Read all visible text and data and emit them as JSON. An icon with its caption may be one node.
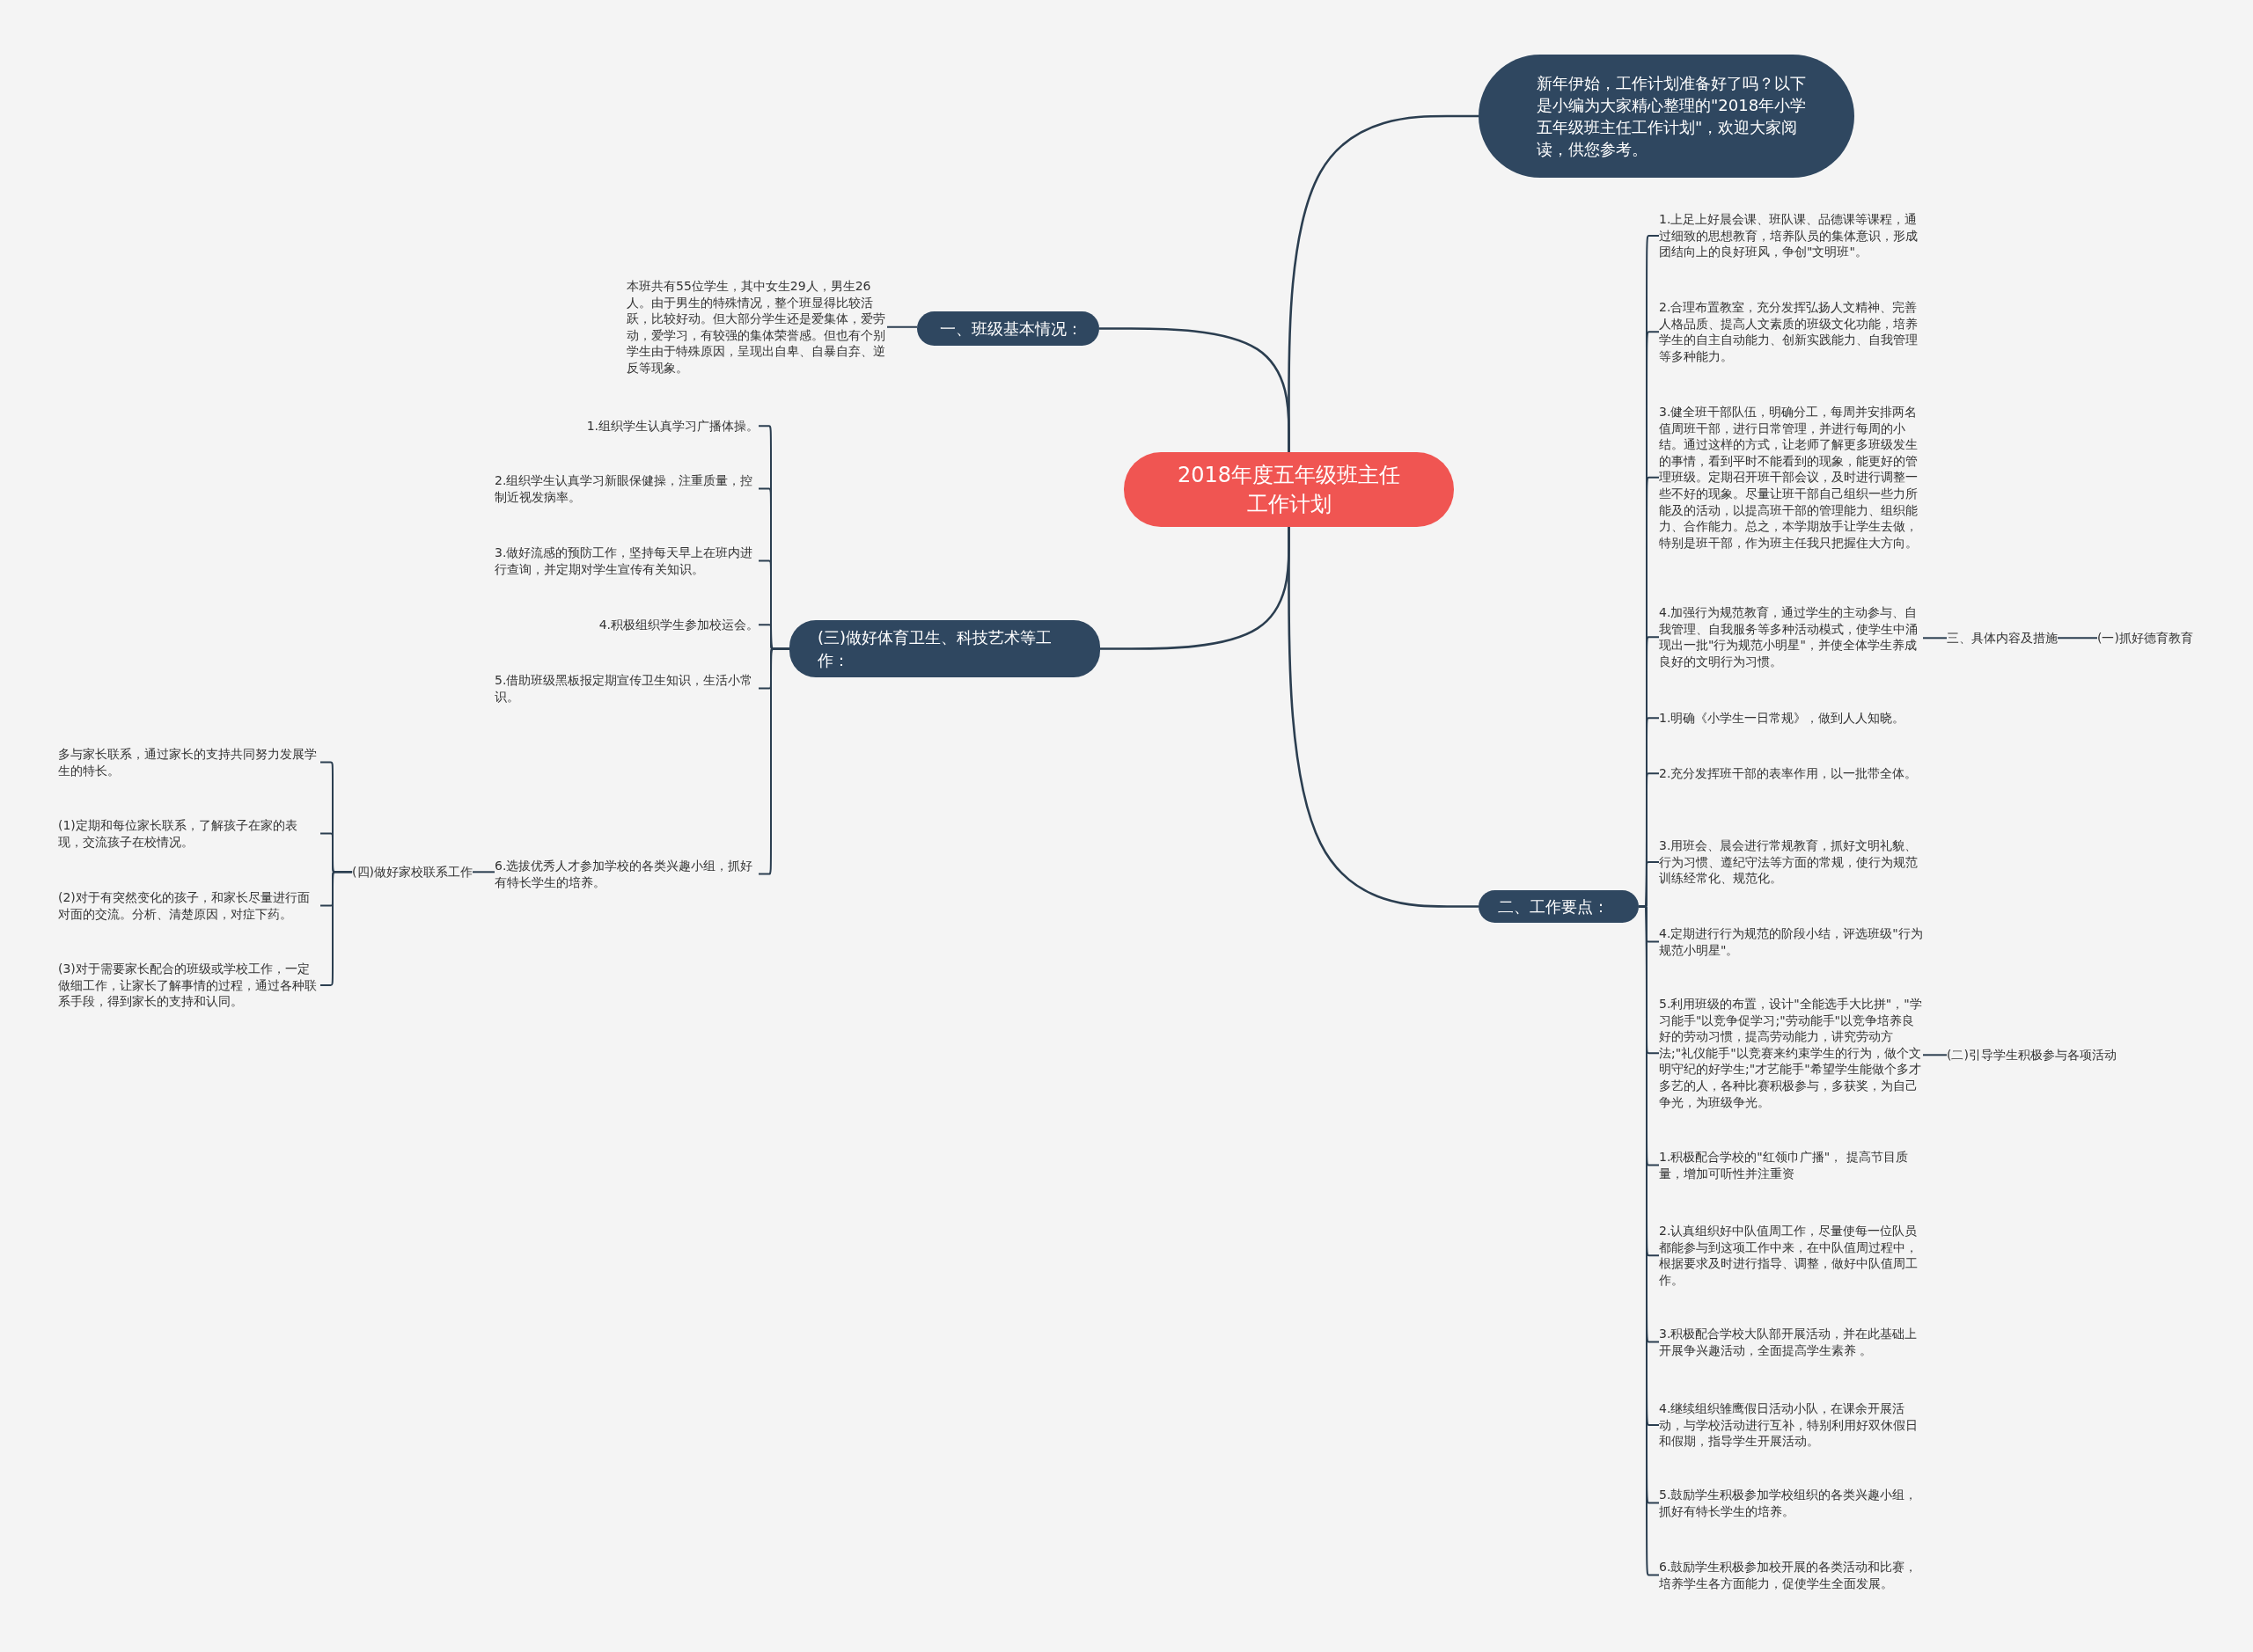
{
  "diagram": {
    "nodes": [
      {
        "text": [
          "2018年度五年级班主任工作计划"
        ]
      },
      {
        "text": [
          "新年伊始，工作计划准备好了吗？以下是小编为大家精心整理的\"2018年小学五年级班主任工作计划\"，欢迎大家阅读，供您参考。"
        ]
      },
      {
        "text": [
          "一、班级基本情况："
        ]
      },
      {
        "text": [
          "本班共有55位学生，其中女生29人，男生26人。由于男生的特殊情况，整个班显得比较活跃，比较好动。但大部分学生还是爱集体，爱劳动，爱学习，有较强的集体荣誉感。但也有个别学生由于特殊原因，呈现出自卑、自暴自弃、逆反等现象。"
        ]
      },
      {
        "text": [
          "(三)做好体育卫生、科技艺术等工作："
        ]
      },
      {
        "text": [
          "1.组织学生认真学习广播体操。"
        ]
      },
      {
        "text": [
          "2.组织学生认真学习新眼保健操，注重质量，控制近视发病率。"
        ]
      },
      {
        "text": [
          "3.做好流感的预防工作，坚持每天早上在班内进行查询，并定期对学生宣传有关知识。"
        ]
      },
      {
        "text": [
          "4.积极组织学生参加校运会。"
        ]
      },
      {
        "text": [
          "5.借助班级黑板报定期宣传卫生知识，生活小常识。"
        ]
      },
      {
        "text": [
          "6.选拔优秀人才参加学校的各类兴趣小组，抓好有特长学生的培养。"
        ]
      },
      {
        "text": [
          "(四)做好家校联系工作"
        ]
      },
      {
        "text": [
          "多与家长联系，通过家长的支持共同努力发展学生的特长。"
        ]
      },
      {
        "text": [
          "(1)定期和每位家长联系，了解孩子在家的表现，交流孩子在校情况。"
        ]
      },
      {
        "text": [
          "(2)对于有突然变化的孩子，和家长尽量进行面对面的交流。分析、清楚原因，对症下药。"
        ]
      },
      {
        "text": [
          "(3)对于需要家长配合的班级或学校工作，一定做细工作，让家长了解事情的过程，通过各种联系手段，得到家长的支持和认同。"
        ]
      },
      {
        "text": [
          "二、工作要点："
        ]
      },
      {
        "text": [
          "1.上足上好晨会课、班队课、品德课等课程，通过细致的思想教育，培养队员的集体意识，形成团结向上的良好班风，争创\"文明班\"。"
        ]
      },
      {
        "text": [
          "2.合理布置教室，充分发挥弘扬人文精神、完善人格品质、提高人文素质的班级文化功能，培养学生的自主自动能力、创新实践能力、自我管理等多种能力。"
        ]
      },
      {
        "text": [
          "3.健全班干部队伍，明确分工，每周并安排两名值周班干部，进行日常管理，并进行每周的小结。通过这样的方式，让老师了解更多班级发生的事情，看到平时不能看到的现象，能更好的管理班级。定期召开班干部会议，及时进行调整一些不好的现象。尽量让班干部自己组织一些力所能及的活动，以提高班干部的管理能力、组织能力、合作能力。总之，本学期放手让学生去做，特别是班干部，作为班主任我只把握住大方向。"
        ]
      },
      {
        "text": [
          "4.加强行为规范教育，通过学生的主动参与、自我管理、自我服务等多种活动模式，使学生中涌现出一批\"行为规范小明星\"，并使全体学生养成良好的文明行为习惯。"
        ]
      },
      {
        "text": [
          "三、具体内容及措施"
        ]
      },
      {
        "text": [
          "(一)抓好德育教育"
        ]
      },
      {
        "text": [
          "1.明确《小学生一日常规》，做到人人知晓。"
        ]
      },
      {
        "text": [
          "2.充分发挥班干部的表率作用，以一批带全体。"
        ]
      },
      {
        "text": [
          "3.用班会、晨会进行常规教育，抓好文明礼貌、行为习惯、遵纪守法等方面的常规，使行为规范训练经常化、规范化。"
        ]
      },
      {
        "text": [
          "4.定期进行行为规范的阶段小结，评选班级\"行为规范小明星\"。"
        ]
      },
      {
        "text": [
          "5.利用班级的布置，设计\"全能选手大比拼\"，\"学习能手\"以竞争促学习;\"劳动能手\"以竞争培养良好的劳动习惯，提高劳动能力，讲究劳动方法;\"礼仪能手\"以竞赛来约束学生的行为，做个文明守纪的好学生;\"才艺能手\"希望学生能做个多才多艺的人，各种比赛积极参与，多获奖，为自己争光，为班级争光。"
        ]
      },
      {
        "text": [
          "(二)引导学生积极参与各项活动"
        ]
      },
      {
        "text": [
          "1.积极配合学校的\"红领巾广播\"， 提高节目质量，增加可听性并注重资"
        ]
      },
      {
        "text": [
          "2.认真组织好中队值周工作，尽量使每一位队员都能参与到这项工作中来，在中队值周过程中，根据要求及时进行指导、调整，做好中队值周工作。"
        ]
      },
      {
        "text": [
          "3.积极配合学校大队部开展活动，并在此基础上开展争兴趣活动，全面提高学生素养 。"
        ]
      },
      {
        "text": [
          "4.继续组织雏鹰假日活动小队，在课余开展活动，与学校活动进行互补，特别利用好双休假日和假期，指导学生开展活动。"
        ]
      },
      {
        "text": [
          "5.鼓励学生积极参加学校组织的各类兴趣小组，抓好有特长学生的培养。"
        ]
      },
      {
        "text": [
          "6.鼓励学生积极参加校开展的各类活动和比赛，培养学生各方面能力，促使学生全面发展。"
        ]
      }
    ],
    "edges": [
      {
        "from": 0,
        "to": 1,
        "arrow": "none"
      },
      {
        "from": 0,
        "to": 2,
        "arrow": "none"
      },
      {
        "from": 2,
        "to": 3,
        "arrow": "none"
      },
      {
        "from": 0,
        "to": 4,
        "arrow": "none"
      },
      {
        "from": 4,
        "to": 5,
        "arrow": "none"
      },
      {
        "from": 4,
        "to": 6,
        "arrow": "none"
      },
      {
        "from": 4,
        "to": 7,
        "arrow": "none"
      },
      {
        "from": 4,
        "to": 8,
        "arrow": "none"
      },
      {
        "from": 4,
        "to": 9,
        "arrow": "none"
      },
      {
        "from": 4,
        "to": 10,
        "arrow": "none"
      },
      {
        "from": 10,
        "to": 11,
        "arrow": "none"
      },
      {
        "from": 11,
        "to": 12,
        "arrow": "none"
      },
      {
        "from": 11,
        "to": 13,
        "arrow": "none"
      },
      {
        "from": 11,
        "to": 14,
        "arrow": "none"
      },
      {
        "from": 11,
        "to": 15,
        "arrow": "none"
      },
      {
        "from": 0,
        "to": 16,
        "arrow": "none"
      },
      {
        "from": 16,
        "to": 17,
        "arrow": "none"
      },
      {
        "from": 16,
        "to": 18,
        "arrow": "none"
      },
      {
        "from": 16,
        "to": 19,
        "arrow": "none"
      },
      {
        "from": 16,
        "to": 20,
        "arrow": "none"
      },
      {
        "from": 20,
        "to": 21,
        "arrow": "none"
      },
      {
        "from": 21,
        "to": 22,
        "arrow": "none"
      },
      {
        "from": 16,
        "to": 23,
        "arrow": "none"
      },
      {
        "from": 16,
        "to": 24,
        "arrow": "none"
      },
      {
        "from": 16,
        "to": 25,
        "arrow": "none"
      },
      {
        "from": 16,
        "to": 26,
        "arrow": "none"
      },
      {
        "from": 16,
        "to": 27,
        "arrow": "none"
      },
      {
        "from": 27,
        "to": 28,
        "arrow": "none"
      },
      {
        "from": 16,
        "to": 29,
        "arrow": "none"
      },
      {
        "from": 16,
        "to": 30,
        "arrow": "none"
      },
      {
        "from": 16,
        "to": 31,
        "arrow": "none"
      },
      {
        "from": 16,
        "to": 32,
        "arrow": "none"
      },
      {
        "from": 16,
        "to": 33,
        "arrow": "none"
      },
      {
        "from": 16,
        "to": 34,
        "arrow": "none"
      }
    ]
  }
}
